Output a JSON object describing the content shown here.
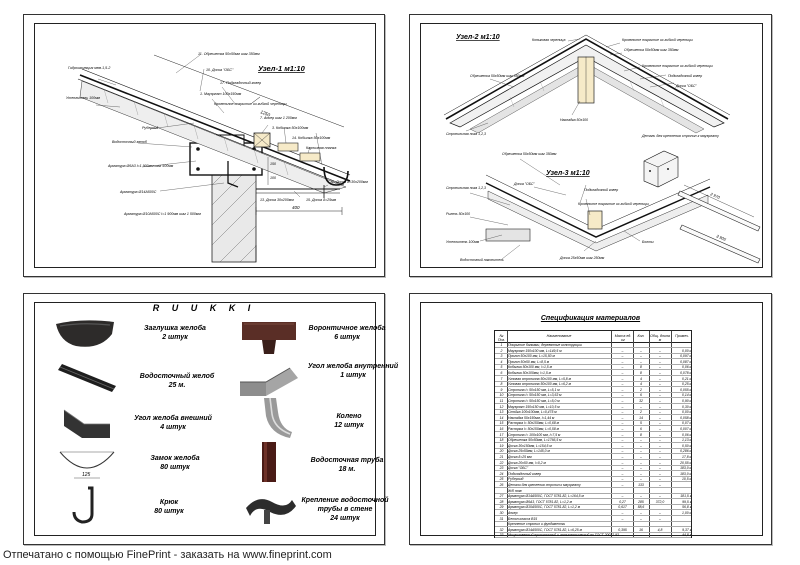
{
  "sheet_a": {
    "title": "Узел-1  м1:10",
    "callouts": [
      "Утеплитель 100мм",
      "Гидроизоляция мем.1,5-2",
      "Водосточный желоб",
      "Рубероид",
      "Арматура Ø6А3 l=1 900мм шаг 500мм",
      "Арматура Ø14А500С",
      "Арматура Ø10А500С l=1 900мм шаг 1 500мм",
      "11. Обрешетка 50х50мм шаг 350мм",
      "10. Доска \"ОБС\"",
      "17. Подкладочный ковер",
      "1. Мауэрлат 100х150мм",
      "Кровельное покрытие из гибкой черепицы",
      "7. Анкер шаг 1 200мм",
      "3. Кобылка 50х100мм",
      "14. Кобылка 50х100мм",
      "Карнизная планка",
      "12. Доска δ=30х200мм",
      "13. Доска 30х200мм",
      "15. Доска δ=25мм"
    ],
    "dims": [
      "150",
      "100",
      "1250",
      "400"
    ]
  },
  "sheet_b": {
    "title_1": "Узел-2  м1:10",
    "title_2": "Узел-3  м1:10",
    "callouts": [
      "Коньковая черепица",
      "Кровельное покрытие из гибкой черепицы",
      "Обрешетка 50х50мм шаг 350мм",
      "Обрешетка 50х50мм шаг 350мм",
      "Кровельное покрытие из гибкой черепицы",
      "Подкладочный ковер",
      "Доска \"ОБС\"",
      "Стропильная нога 1,2,3",
      "Накладка 50х100",
      "Обрешетка 50х50мм шаг 350мм",
      "Доска \"ОБС\"",
      "Подкладочный ковер",
      "Кровельное покрытие из гибкой черепицы",
      "Стропильная нога 1,2,3",
      "Ригель 50х100",
      "Утеплитель 100мм",
      "Водосточный накопитель",
      "Доска 25х50мм шаг 250мм",
      "Болты",
      "Деталь для крепления стропил к мауэрлату"
    ],
    "dims": [
      "2 970",
      "3 905"
    ]
  },
  "sheet_c": {
    "title": "R U U K K I",
    "products": [
      {
        "name": "Заглушка желоба",
        "qty": "2 штук"
      },
      {
        "name": "Воронтичное желоба",
        "qty": "6 штук"
      },
      {
        "name": "Водосточный желоб",
        "qty": "25 м."
      },
      {
        "name": "Угол желоба внутренний",
        "qty": "1 штук"
      },
      {
        "name": "Угол желоба внешний",
        "qty": "4 штук"
      },
      {
        "name": "Колено",
        "qty": "12 штук"
      },
      {
        "name": "Замок желоба",
        "qty": "80 штук"
      },
      {
        "name": "Водосточная труба",
        "qty": "18 м."
      },
      {
        "name": "Крюк",
        "qty": "80 штук"
      },
      {
        "name": "Крепление водосточной трубы в стене",
        "qty": "24 штук"
      }
    ],
    "dim": "125"
  },
  "sheet_d": {
    "title": "Спецификация материалов",
    "headers": [
      "№ Поз.",
      "Наименование",
      "Масса ед. кг",
      "Кол.",
      "Общ. длина м",
      "Примеч."
    ],
    "rows": [
      [
        "1",
        "Покрытие балками, деревянные конструкции",
        "",
        "",
        "",
        ""
      ],
      [
        "2",
        "Мауэрлат 150х100 мм, L=149,5 м",
        "–",
        "–",
        "–",
        "0,00 м³"
      ],
      [
        "3",
        "Прогон 50х100 мм, L=15,50 м",
        "–",
        "–",
        "–",
        "0,097 м³"
      ],
      [
        "4",
        "Прогон 50х50 мм, L=8,5 м",
        "–",
        "–",
        "–",
        "0,087 м³"
      ],
      [
        "5",
        "Кобылка 50х100 мм, l=1,5 м",
        "–",
        "8",
        "–",
        "0,06 м³"
      ],
      [
        "6",
        "Кобылка 50х100мм, l=1,5 м",
        "–",
        "8",
        "–",
        "0,078 м³"
      ],
      [
        "7",
        "Угловая стропилла 50х100 мм, L=5,8 м",
        "–",
        "4",
        "–",
        "0,21 м³"
      ],
      [
        "8",
        "Угловая стропилла 50х100 мм, L=6,2 м",
        "–",
        "4",
        "–",
        "0,25 м³"
      ],
      [
        "9",
        "Стропила l= 50х150 мм, L=5,1 м",
        "–",
        "2",
        "–",
        "0,055 м³"
      ],
      [
        "10",
        "Стропила l= 50х150 мм, L=3,63 м",
        "–",
        "6",
        "–",
        "0,14 м³"
      ],
      [
        "11",
        "Стропила l= 50х150 мм, L=5,0 м",
        "–",
        "32",
        "–",
        "0,90 м³"
      ],
      [
        "12",
        "Мауэрлат 150х150 мм, L=10,5 м",
        "–",
        "–",
        "–",
        "0,30 м³"
      ],
      [
        "13",
        "Стойка 100х100мм, L=0,475 м",
        "–",
        "2",
        "–",
        "0,00 м³"
      ],
      [
        "14",
        "Накладка 50х150мм, l=1,44 м",
        "–",
        "14",
        "–",
        "0,058 м³"
      ],
      [
        "15",
        "Распорка l= 50х150мм, L=0,68 м",
        "–",
        "5",
        "–",
        "0,07 м³"
      ],
      [
        "16",
        "Распорка l= 50х150мм, L=0,58 м",
        "–",
        "6",
        "–",
        "0,007 м³"
      ],
      [
        "17",
        "Стропила l= 100х100 мм, l=7,5 м",
        "–",
        "8",
        "–",
        "0,06 м³"
      ],
      [
        "18",
        "Обрешетка 50х50мм, L=1766,5 м",
        "–",
        "–",
        "–",
        "1,13 м³"
      ],
      [
        "19",
        "Доска 30х150мм, L=154,5 м",
        "–",
        "–",
        "–",
        "0,50 м³"
      ],
      [
        "20",
        "Доска 25х50мм, L=145,0 м",
        "–",
        "–",
        "–",
        "0,286 м³"
      ],
      [
        "21",
        "Доска δ=25 мм",
        "–",
        "–",
        "–",
        "17,8 м²"
      ],
      [
        "22",
        "Доска 20х50 мм, l=0,2 м",
        "–",
        "–",
        "–",
        "20,55 м³"
      ],
      [
        "23",
        "Доска \"ОБС\"",
        "–",
        "–",
        "–",
        "183,0 м²"
      ],
      [
        "24",
        "Подкладочный ковер",
        "–",
        "–",
        "–",
        "183,0 м²"
      ],
      [
        "25",
        "Рубероид",
        "–",
        "–",
        "–",
        "10,5 м²"
      ],
      [
        "26",
        "Детали для крепления стропил к мауэрлату",
        "–",
        "133",
        "–",
        ""
      ],
      [
        "",
        "Ж/б пояс",
        "",
        "",
        "",
        ""
      ],
      [
        "27",
        "Арматура Ø14А500С, ГОСТ 5781-82, L=164,5 м",
        "–",
        "–",
        "–",
        "181,5 кг"
      ],
      [
        "28",
        "Арматура Ø6А3, ГОСТ 5781-82, L=1,2 м",
        "0,27",
        "285",
        "372,0",
        "99,5 кг"
      ],
      [
        "29",
        "Арматура Ø10А500С, ГОСТ 5781-82, L=1,2 м",
        "0,617",
        "88,6",
        "",
        "56,8 кг"
      ],
      [
        "30",
        "Анкер",
        "–",
        "–",
        "–",
        "1,00 м³"
      ],
      [
        "31",
        "Бетон класса В15",
        "–",
        "–",
        "–",
        "",
        ""
      ],
      [
        "",
        "Крепление стропил и фундаменты",
        "",
        "",
        "",
        ""
      ],
      [
        "32",
        "Арматура Ø14А500С, ГОСТ 5781-82, L=6,25 м",
        "0,395",
        "16",
        "4,8",
        "9,37 кг"
      ],
      [
        "33",
        "Искусственный пропиточный и антисептический по ГОСТ 20022-93",
        "–",
        "–",
        "–",
        "44,8 кг"
      ]
    ]
  },
  "footer": "Отпечатано с помощью FinePrint - заказать на www.fineprint.com"
}
